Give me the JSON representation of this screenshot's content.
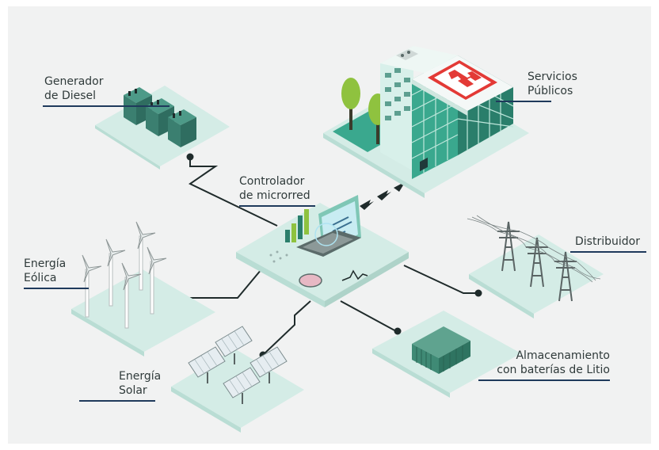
{
  "labels": {
    "diesel": [
      "Generador",
      "de Diesel"
    ],
    "services": [
      "Servicios",
      "Públicos"
    ],
    "controller": [
      "Controlador",
      "de microrred"
    ],
    "distributor": [
      "Distribuidor"
    ],
    "wind": [
      "Energía",
      "Eólica"
    ],
    "storage": [
      "Almacenamiento",
      "con baterías de Litio"
    ],
    "solar": [
      "Energía",
      "Solar"
    ]
  },
  "colors": {
    "background": "#f1f2f2",
    "tile": "#d4ece6",
    "tile_side": "#b9ddd4",
    "building_teal": "#3aa88e",
    "building_dark": "#2a7e6b",
    "helipad": "#e33a36",
    "wire": "#1f2b2b",
    "label_rule": "#1f3a5c",
    "tree": "#8fc23f"
  }
}
